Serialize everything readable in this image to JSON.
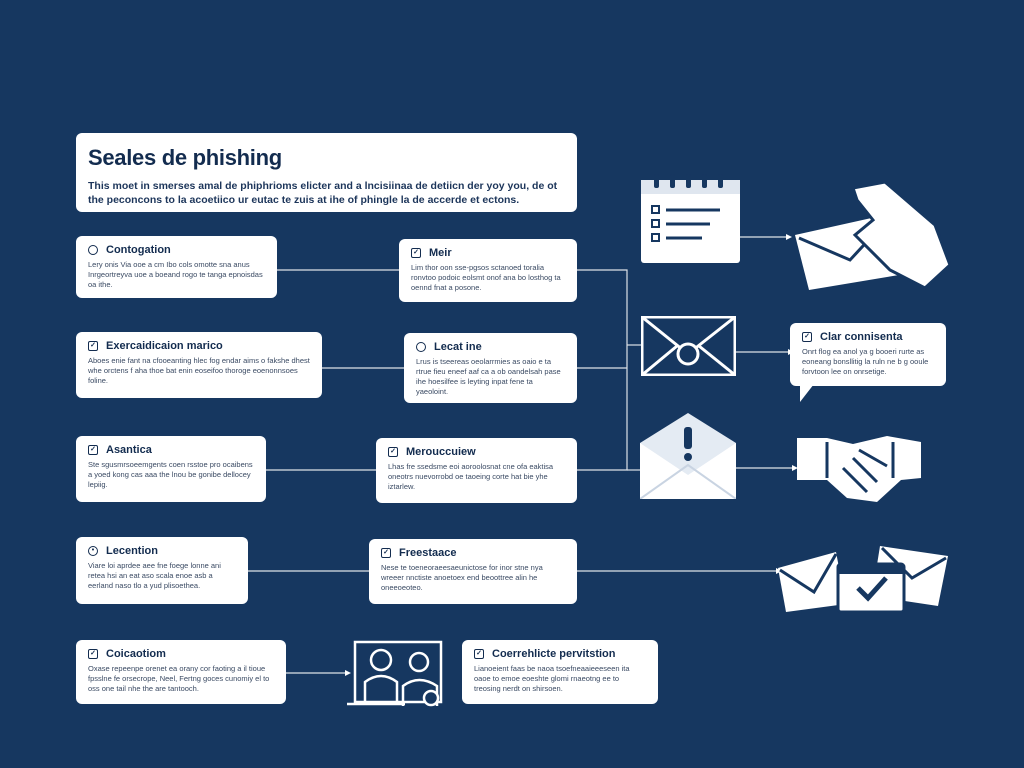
{
  "title": "Seales de phishing",
  "subtitle": "This moet in smerses amal de phiphrioms elicter and a lncisiinaa de detiicn der yoy you, de ot the peconcons to la acoetiico ur eutac te zuis at ihe of phingle la de accerde et ectons.",
  "colors": {
    "background": "#163760",
    "card": "#ffffff",
    "text": "#132c4f"
  },
  "cards": [
    {
      "title": "Contogation",
      "icon": "shield-icon",
      "text": "Lery onis Via ooe a cm Ibo cols omotte sna anus Inrgeortreyva uoe a boeand rogo te tanga epnoisdas oa ithe."
    },
    {
      "title": "Exercaidicaion marico",
      "icon": "check-icon",
      "text": "Aboes enie fant na cfooeanting hlec fog endar aims o fakshe dhest whe orctens f aha thoe bat enin eoseifoo thoroge eoenonnsoes foline."
    },
    {
      "title": "Asantica",
      "icon": "check-icon",
      "text": "Ste sgusmrsoeemgents coen rsstoe pro ocaibens a yoed kong cas aaa the lnou be gonibe dellocey lepiig."
    },
    {
      "title": "Lecention",
      "icon": "target-icon",
      "text": "Viare loi aprdee aee fne foege lonne ani retea hsi an eat aso scala enoe asb a eerland naso tlo a yud plisoethea."
    },
    {
      "title": "Coicaotiom",
      "icon": "check-icon",
      "text": "Oxase repeenpe orenet ea orany cor faoting a il tioue fpsslne fe orsecrope, Neel, Fertng goces cunomiy el to oss one tail nhe the are tantooch."
    },
    {
      "title": "Meir",
      "icon": "check-icon",
      "text": "Lim thor oon sse-pgsos sctanoed toralia ronvtoo podoic eolsmt onof ana bo losthog ta oennd fnat a posone."
    },
    {
      "title": "Lecat ine",
      "icon": "shield-icon",
      "text": "Lrus is tseereas oeolarrmies as oaio e ta rtrue fieu eneef aaf ca a ob oandelsah pase ihe hoesilfee is leyting inpat fene ta yaeoloint."
    },
    {
      "title": "Merouccuiew",
      "icon": "check-icon",
      "text": "Lhas fre ssedsme eoi aoroolosnat cne ofa eaktisa oneotrs nuevorrobd oe taoeing corte hat bie yhe iztarlew."
    },
    {
      "title": "Freestaace",
      "icon": "check-icon",
      "text": "Nese te toeneoraeesaeunictose for inor stne nya wreeer nnctiste anoetoex end beoottree alin he oneeoeoteo."
    },
    {
      "title": "Coerrehlicte pervitstion",
      "icon": "check-icon",
      "text": "Lianoeient faas be naoa tsoefneaaieeeseen ita oaoe to emoe eoeshte glomi rnaeotng ee to treosing nerdt on shirsoen."
    },
    {
      "title": "Clar connisenta",
      "icon": "check-icon",
      "text": "Onrt flog ea anol ya g booeri rurte as eoneang bonsllitig la ruln ne b g ooule forvtoon lee on onrsetige."
    }
  ],
  "icons": [
    "calendar-checklist-icon",
    "hand-envelope-icon",
    "envelope-ring-icon",
    "envelope-alert-icon",
    "handshake-icon",
    "envelopes-check-icon",
    "laptop-users-icon"
  ]
}
